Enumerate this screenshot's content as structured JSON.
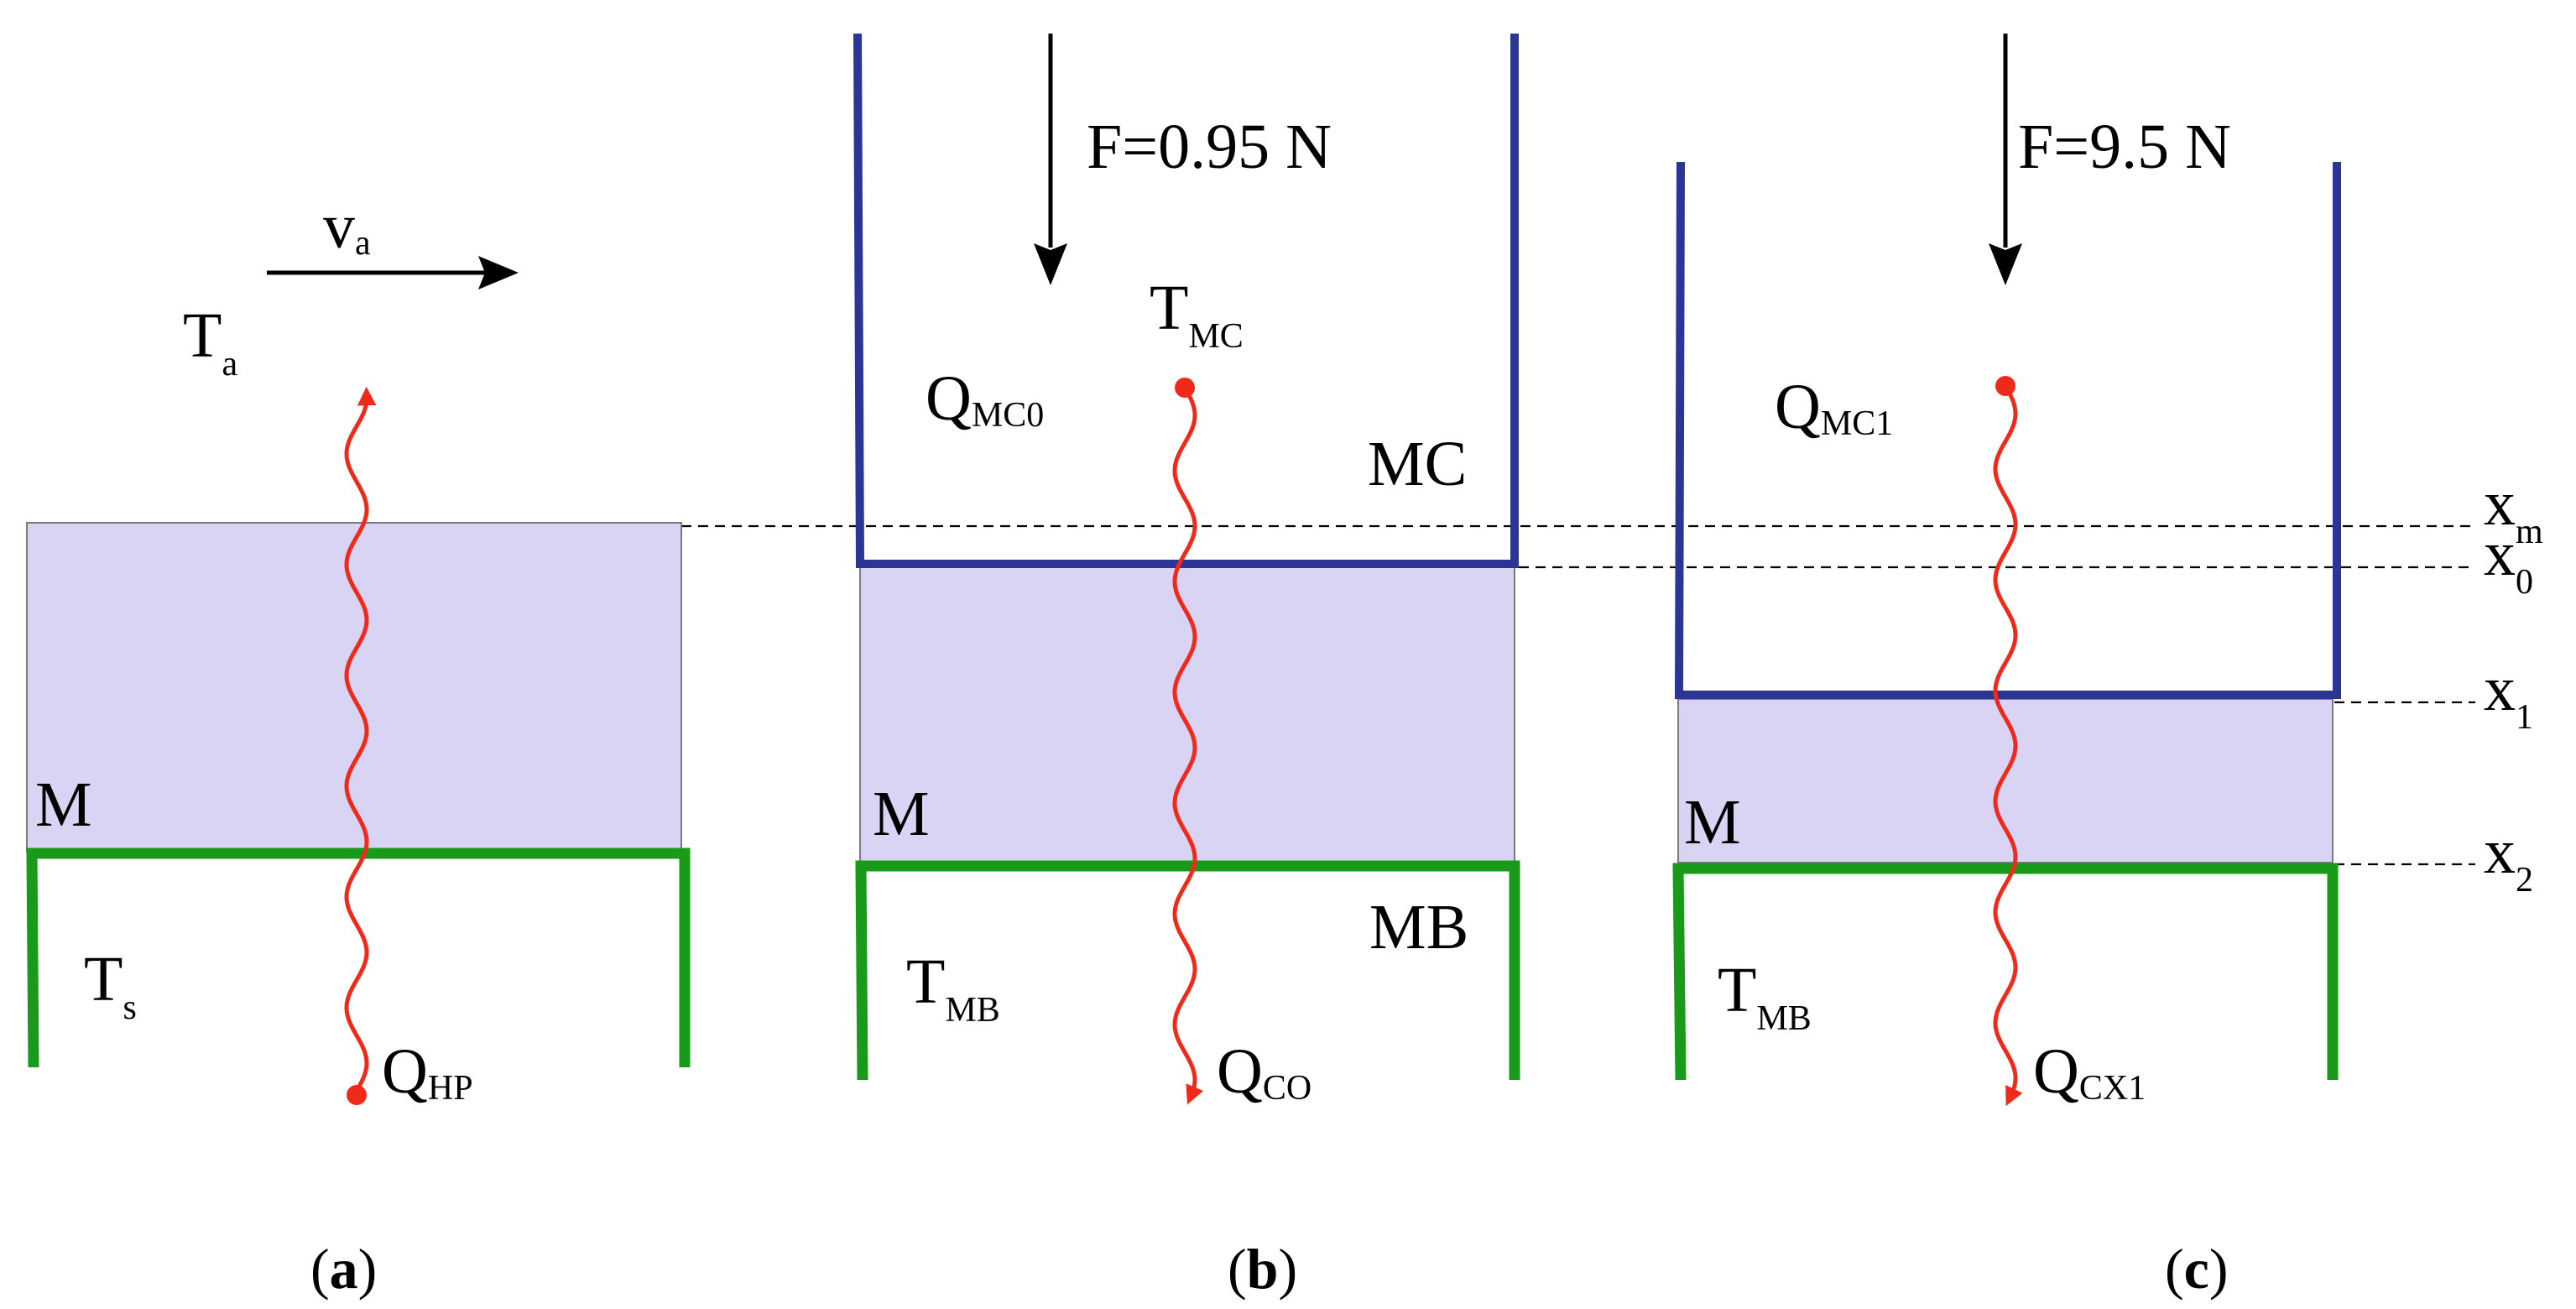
{
  "panels": {
    "a": {
      "caption": [
        "(",
        "a",
        ")"
      ],
      "block_label": "M",
      "air_temp": {
        "main": "T",
        "sub": "a"
      },
      "air_velocity": {
        "main": "v",
        "sub": "a"
      },
      "surface_temp": {
        "main": "T",
        "sub": "s"
      },
      "heat_flow": {
        "main": "Q",
        "sub": "HP"
      }
    },
    "b": {
      "caption": [
        "(",
        "b",
        ")"
      ],
      "block_label": "M",
      "force": "F=0.95 N",
      "upper_temp": {
        "main": "T",
        "sub": "MC"
      },
      "upper_heat": {
        "main": "Q",
        "sub": "MC0"
      },
      "upper_label": "MC",
      "lower_label": "MB",
      "lower_temp": {
        "main": "T",
        "sub": "MB"
      },
      "heat_flow": {
        "main": "Q",
        "sub": "CO"
      }
    },
    "c": {
      "caption": [
        "(",
        "c",
        ")"
      ],
      "block_label": "M",
      "force": "F=9.5 N",
      "upper_heat": {
        "main": "Q",
        "sub": "MC1"
      },
      "lower_temp": {
        "main": "T",
        "sub": "MB"
      },
      "heat_flow": {
        "main": "Q",
        "sub": "CX1"
      }
    }
  },
  "levels": {
    "xm": {
      "main": "x",
      "sub": "m"
    },
    "x0": {
      "main": "x",
      "sub": "0"
    },
    "x1": {
      "main": "x",
      "sub": "1"
    },
    "x2": {
      "main": "x",
      "sub": "2"
    }
  },
  "colors": {
    "block_fill": "#d9d4f3",
    "block_stroke": "#7a7a7a",
    "upper_plate": "#2b3596",
    "lower_plate": "#1a9a1a",
    "heat_arrow": "#f02a1a",
    "force_arrow": "#000000"
  }
}
